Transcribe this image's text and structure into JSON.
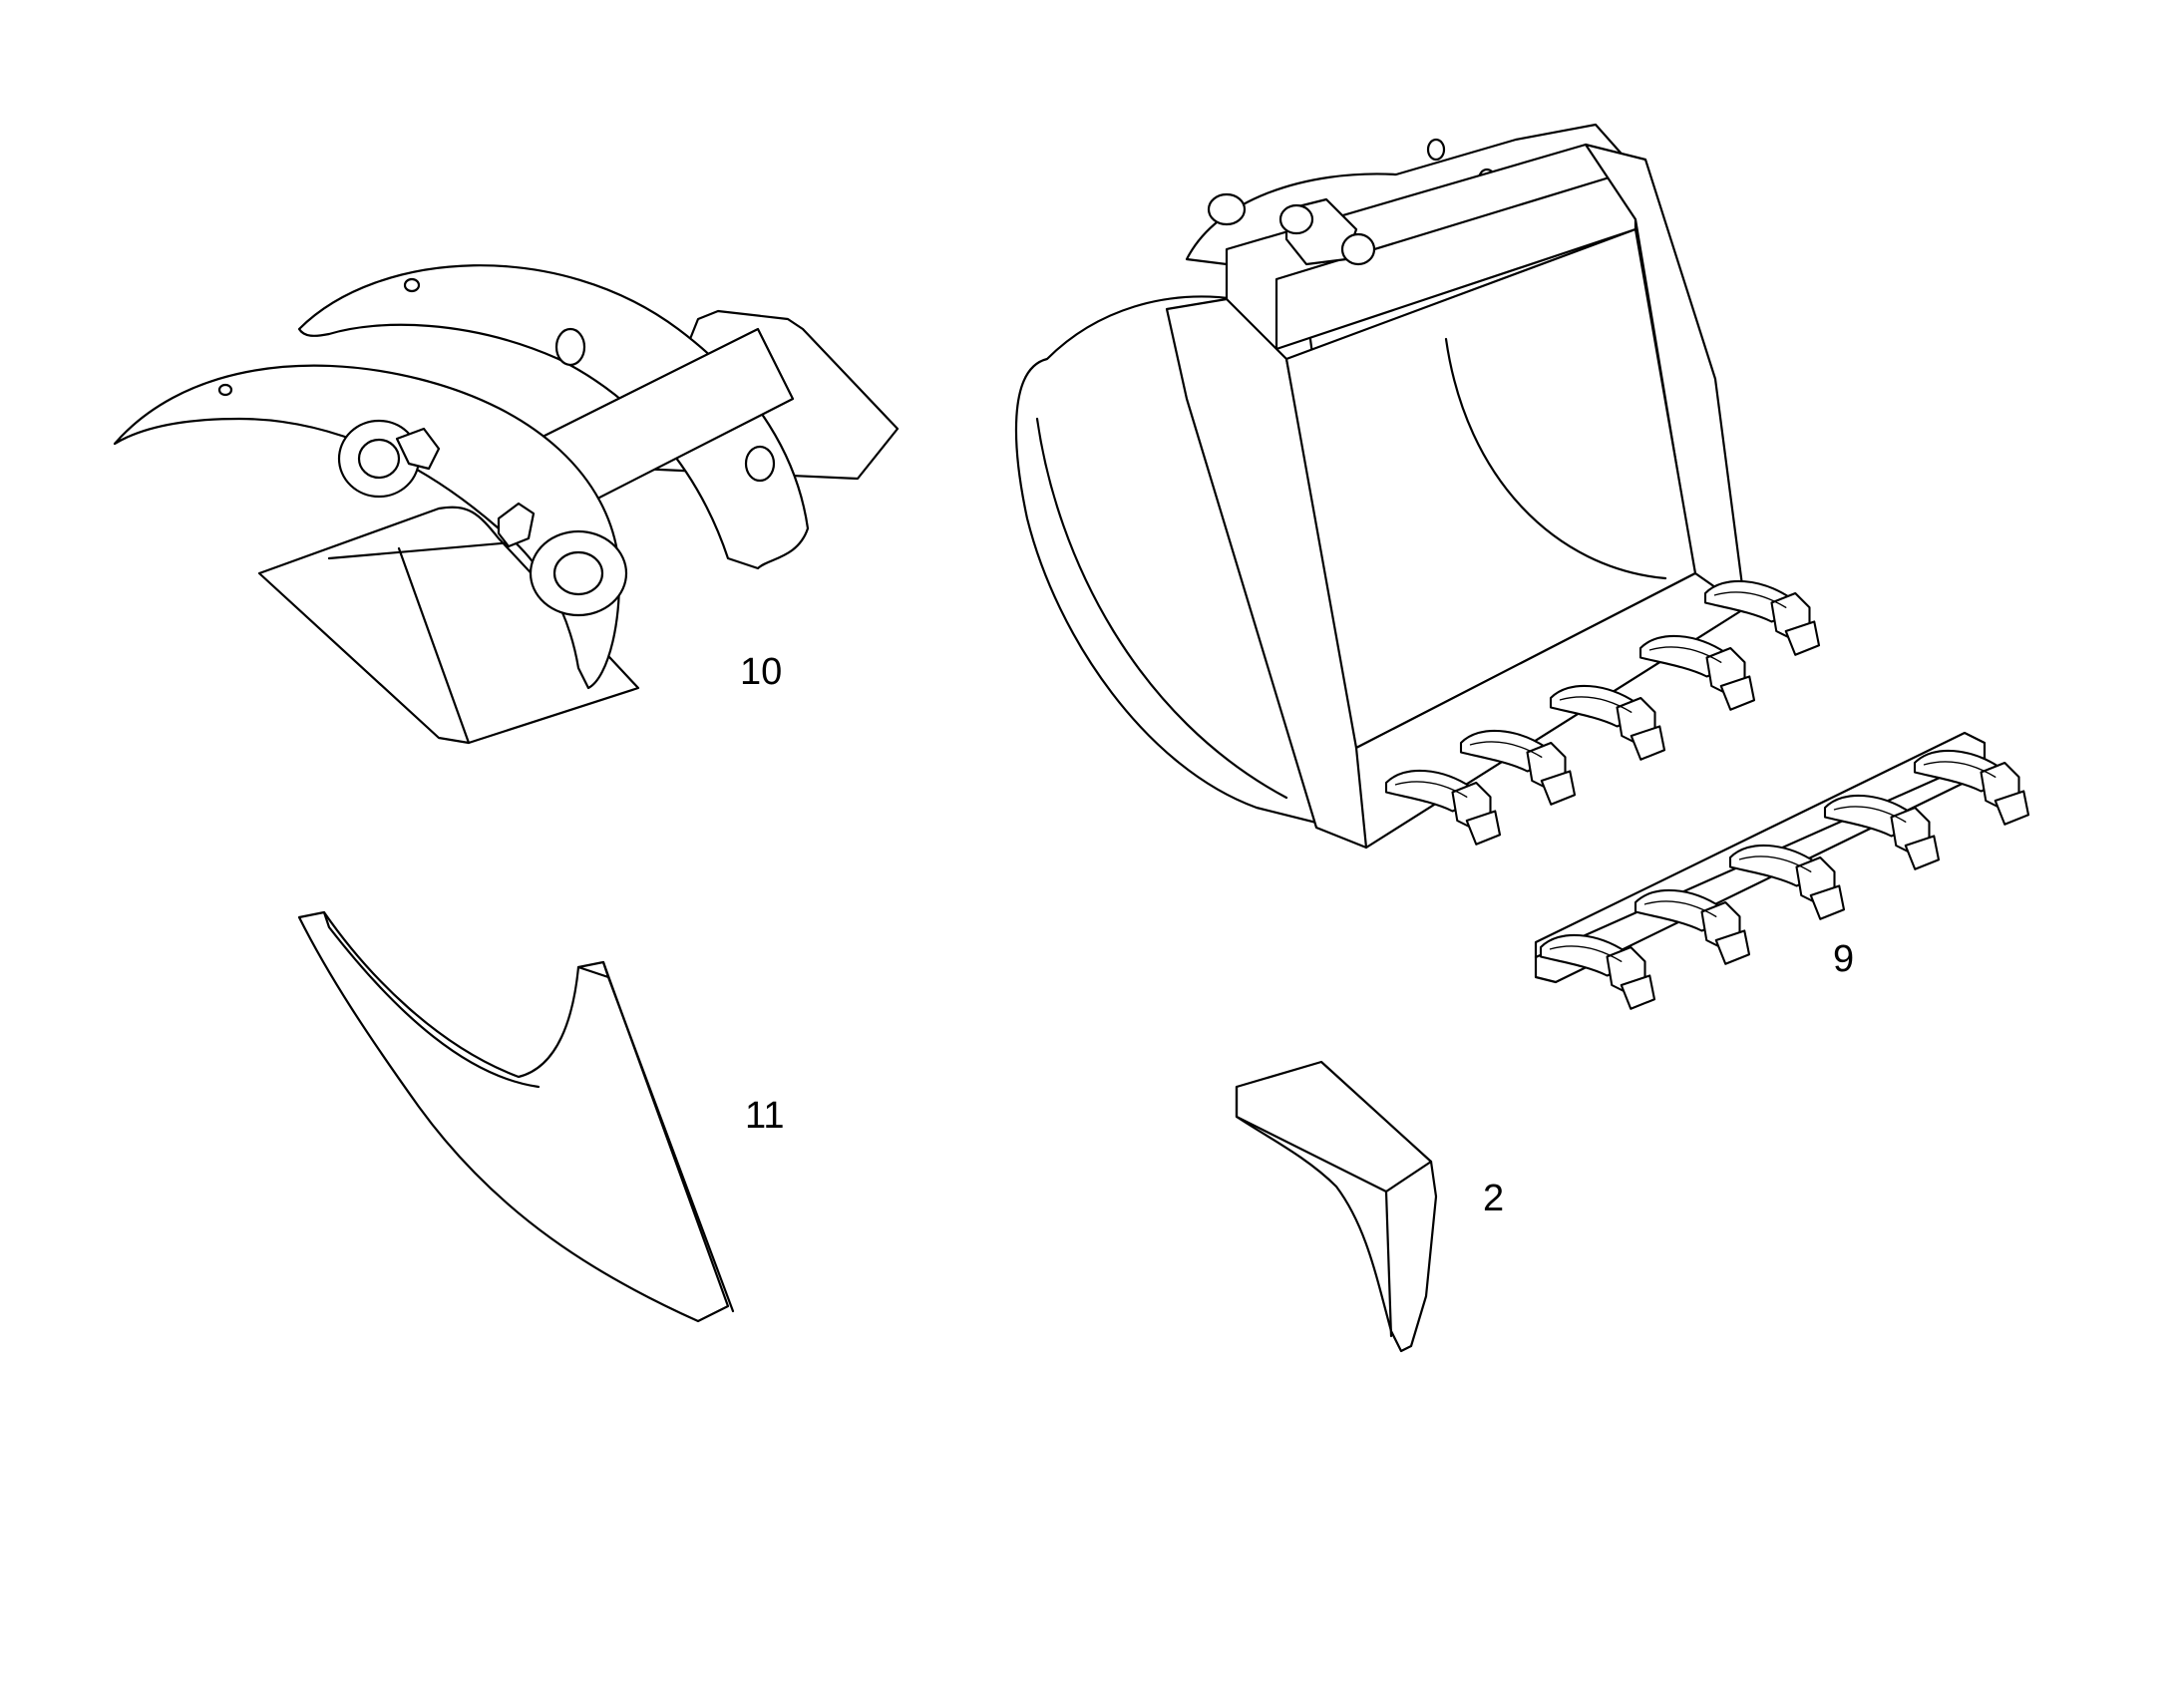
{
  "colors": {
    "background": "#ffffff",
    "line": "#000000"
  },
  "parts": [
    {
      "id": "bucket",
      "label": ""
    },
    {
      "id": "frame",
      "label": "10"
    },
    {
      "id": "tooth-bar",
      "label": "9"
    },
    {
      "id": "side-plate",
      "label": "11"
    },
    {
      "id": "side-cutter",
      "label": "2"
    }
  ]
}
